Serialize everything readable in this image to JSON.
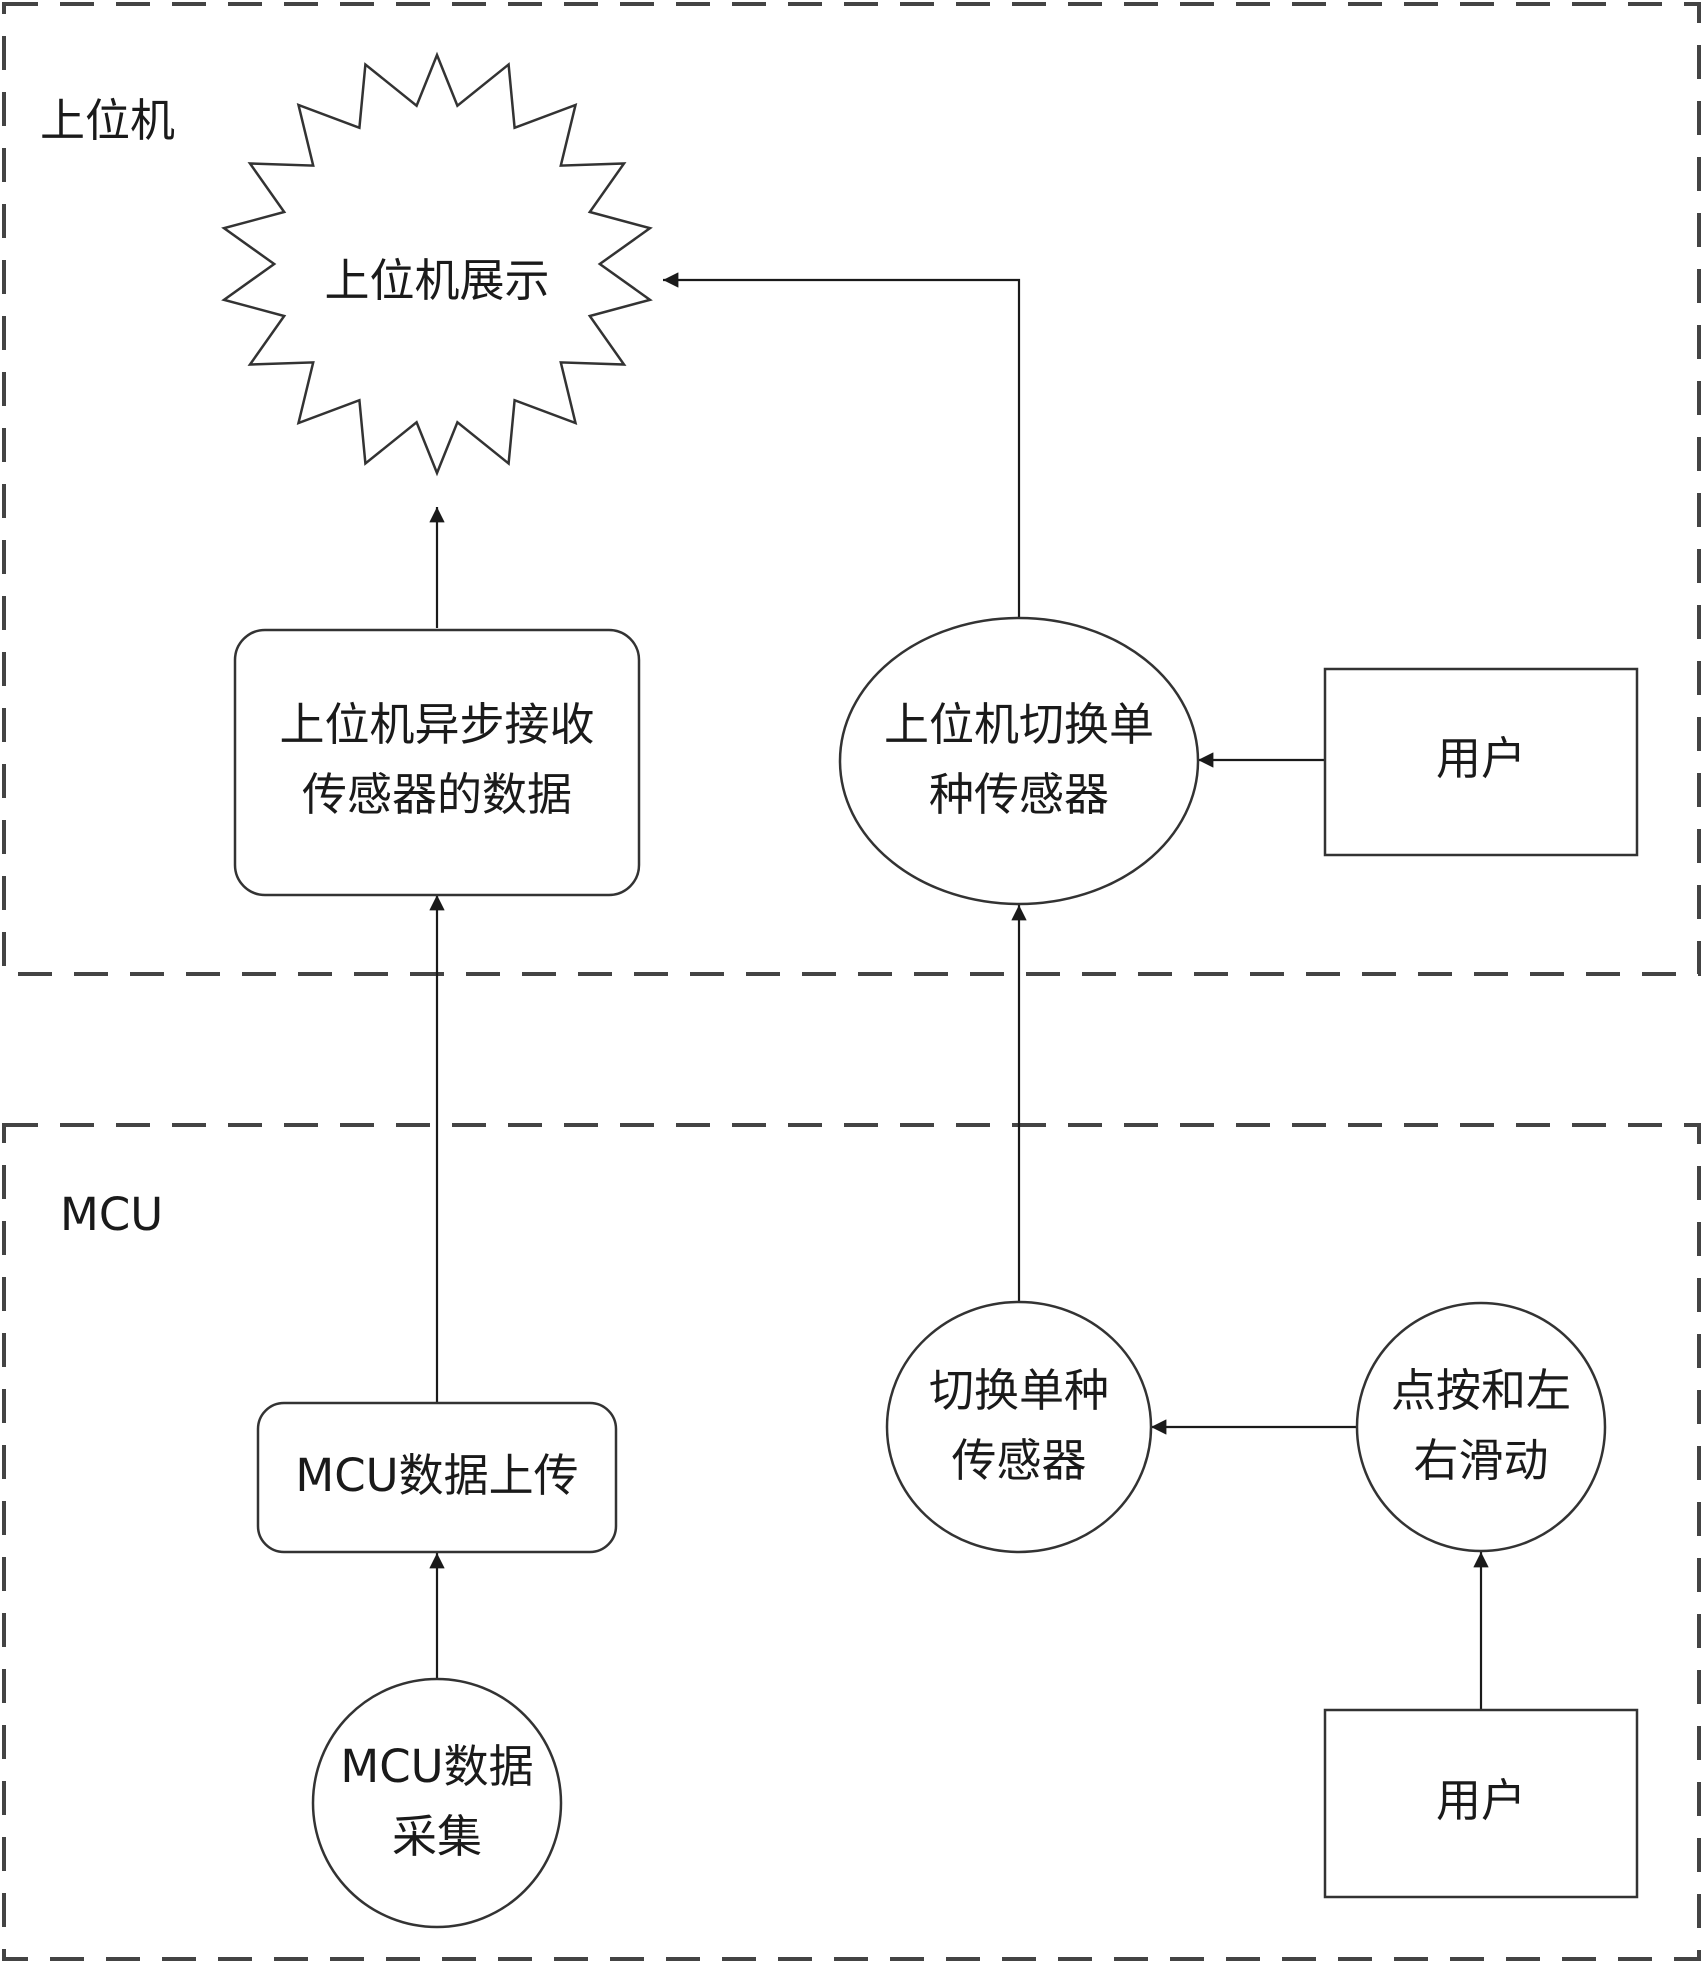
{
  "regions": {
    "host": {
      "label": "上位机"
    },
    "mcu": {
      "label": "MCU"
    }
  },
  "nodes": {
    "host_display": {
      "lines": [
        "上位机展示"
      ]
    },
    "host_async_receive": {
      "lines": [
        "上位机异步接收",
        "传感器的数据"
      ]
    },
    "host_switch_sensor": {
      "lines": [
        "上位机切换单",
        "种传感器"
      ]
    },
    "user_host": {
      "lines": [
        "用户"
      ]
    },
    "mcu_upload": {
      "lines": [
        "MCU数据上传"
      ]
    },
    "mcu_switch_sensor": {
      "lines": [
        "切换单种",
        "传感器"
      ]
    },
    "tap_swipe": {
      "lines": [
        "点按和左",
        "右滑动"
      ]
    },
    "mcu_collect": {
      "lines": [
        "MCU数据",
        "采集"
      ]
    },
    "user_mcu": {
      "lines": [
        "用户"
      ]
    }
  },
  "edges": [
    {
      "from": "host_async_receive",
      "to": "host_display"
    },
    {
      "from": "host_switch_sensor",
      "to": "host_display"
    },
    {
      "from": "user_host",
      "to": "host_switch_sensor"
    },
    {
      "from": "mcu_upload",
      "to": "host_async_receive"
    },
    {
      "from": "mcu_switch_sensor",
      "to": "host_switch_sensor"
    },
    {
      "from": "mcu_collect",
      "to": "mcu_upload"
    },
    {
      "from": "tap_swipe",
      "to": "mcu_switch_sensor"
    },
    {
      "from": "user_mcu",
      "to": "tap_swipe"
    }
  ]
}
